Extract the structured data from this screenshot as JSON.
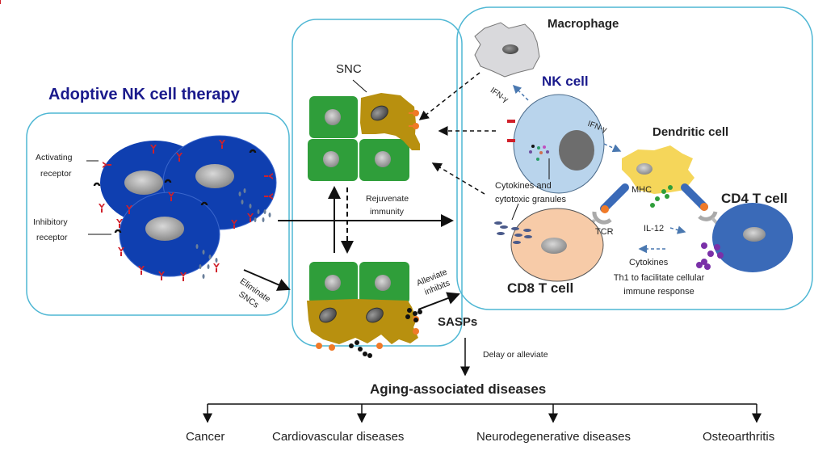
{
  "title": "Adoptive NK cell therapy",
  "left_panel": {
    "activating_receptor": [
      "Activating",
      "receptor"
    ],
    "inhibitory_receptor": [
      "Inhibitory",
      "receptor"
    ],
    "eliminate": [
      "Eliminate",
      "SNCs"
    ]
  },
  "middle_panel": {
    "snc_label": "SNC",
    "rejuvenate": [
      "Rejuvenate",
      "immunity"
    ],
    "alleviate": [
      "Alleviate",
      "inhibits"
    ]
  },
  "right_panel": {
    "macrophage": "Macrophage",
    "nk_cell": "NK cell",
    "ifn_1": "IFN-γ",
    "ifn_2": "IFN-γ",
    "dendritic_cell": "Dendritic cell",
    "cytokines_granules": [
      "Cytokines and",
      "cytotoxic granules"
    ],
    "mhc": "MHC",
    "tcr": "TCR",
    "il12": "IL-12",
    "cd4": "CD4 T cell",
    "cd8": "CD8 T cell",
    "cytokines": "Cytokines",
    "th1": [
      "Th1 to facilitate cellular",
      "immune response"
    ]
  },
  "sasps": "SASPs",
  "delay": "Delay or alleviate",
  "aging": "Aging-associated diseases",
  "diseases": [
    "Cancer",
    "Cardiovascular diseases",
    "Neurodegenerative diseases",
    "Osteoarthritis"
  ],
  "colors": {
    "title_blue": "#1a1a8c",
    "panel_border": "#4fb7d4",
    "nk_blue": "#0f3fb0",
    "healthy_green": "#2f9e3a",
    "snc_gold": "#b8900f",
    "orange": "#f07a28",
    "receptor_red": "#d0202a"
  }
}
